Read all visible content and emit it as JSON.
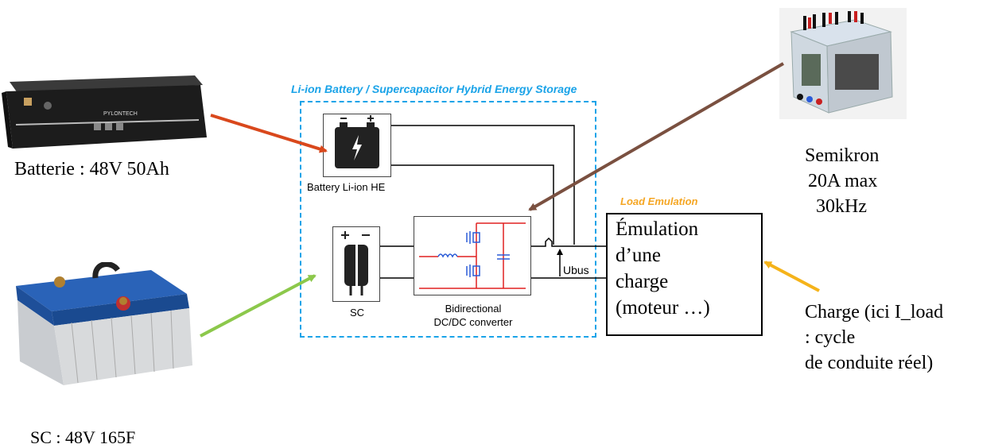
{
  "photos": {
    "battery": {
      "label": "Batterie : 48V 50Ah"
    },
    "supercap": {
      "label": "SC : 48V 165F"
    },
    "semikron": {
      "label_lines": [
        "Semikron",
        "20A max",
        "30kHz"
      ]
    }
  },
  "hess": {
    "title": "Li-ion Battery / Supercapacitor Hybrid Energy Storage",
    "battery_label": "Battery Li-ion HE",
    "sc_label": "SC",
    "converter_label_lines": [
      "Bidirectional",
      "DC/DC converter"
    ],
    "ubus_label": "Ubus"
  },
  "load": {
    "title": "Load Emulation",
    "box_lines": [
      "Émulation",
      "d’une",
      "charge",
      "(moteur …)"
    ],
    "annotation_lines": [
      "Charge (ici I_load",
      ": cycle",
      "de conduite réel)"
    ]
  },
  "colors": {
    "dashed_border": "#1aa3e8",
    "battery_arrow": "#d9481c",
    "sc_arrow": "#8cc84b",
    "semikron_arrow": "#7a5040",
    "load_arrow": "#f5b31a",
    "circuit_red": "#e02020",
    "circuit_blue": "#2a5bd7"
  },
  "icons": [
    "battery-photo",
    "supercapacitor-photo",
    "semikron-photo",
    "battery-symbol-icon",
    "capacitor-symbol-icon",
    "converter-schematic-icon"
  ]
}
